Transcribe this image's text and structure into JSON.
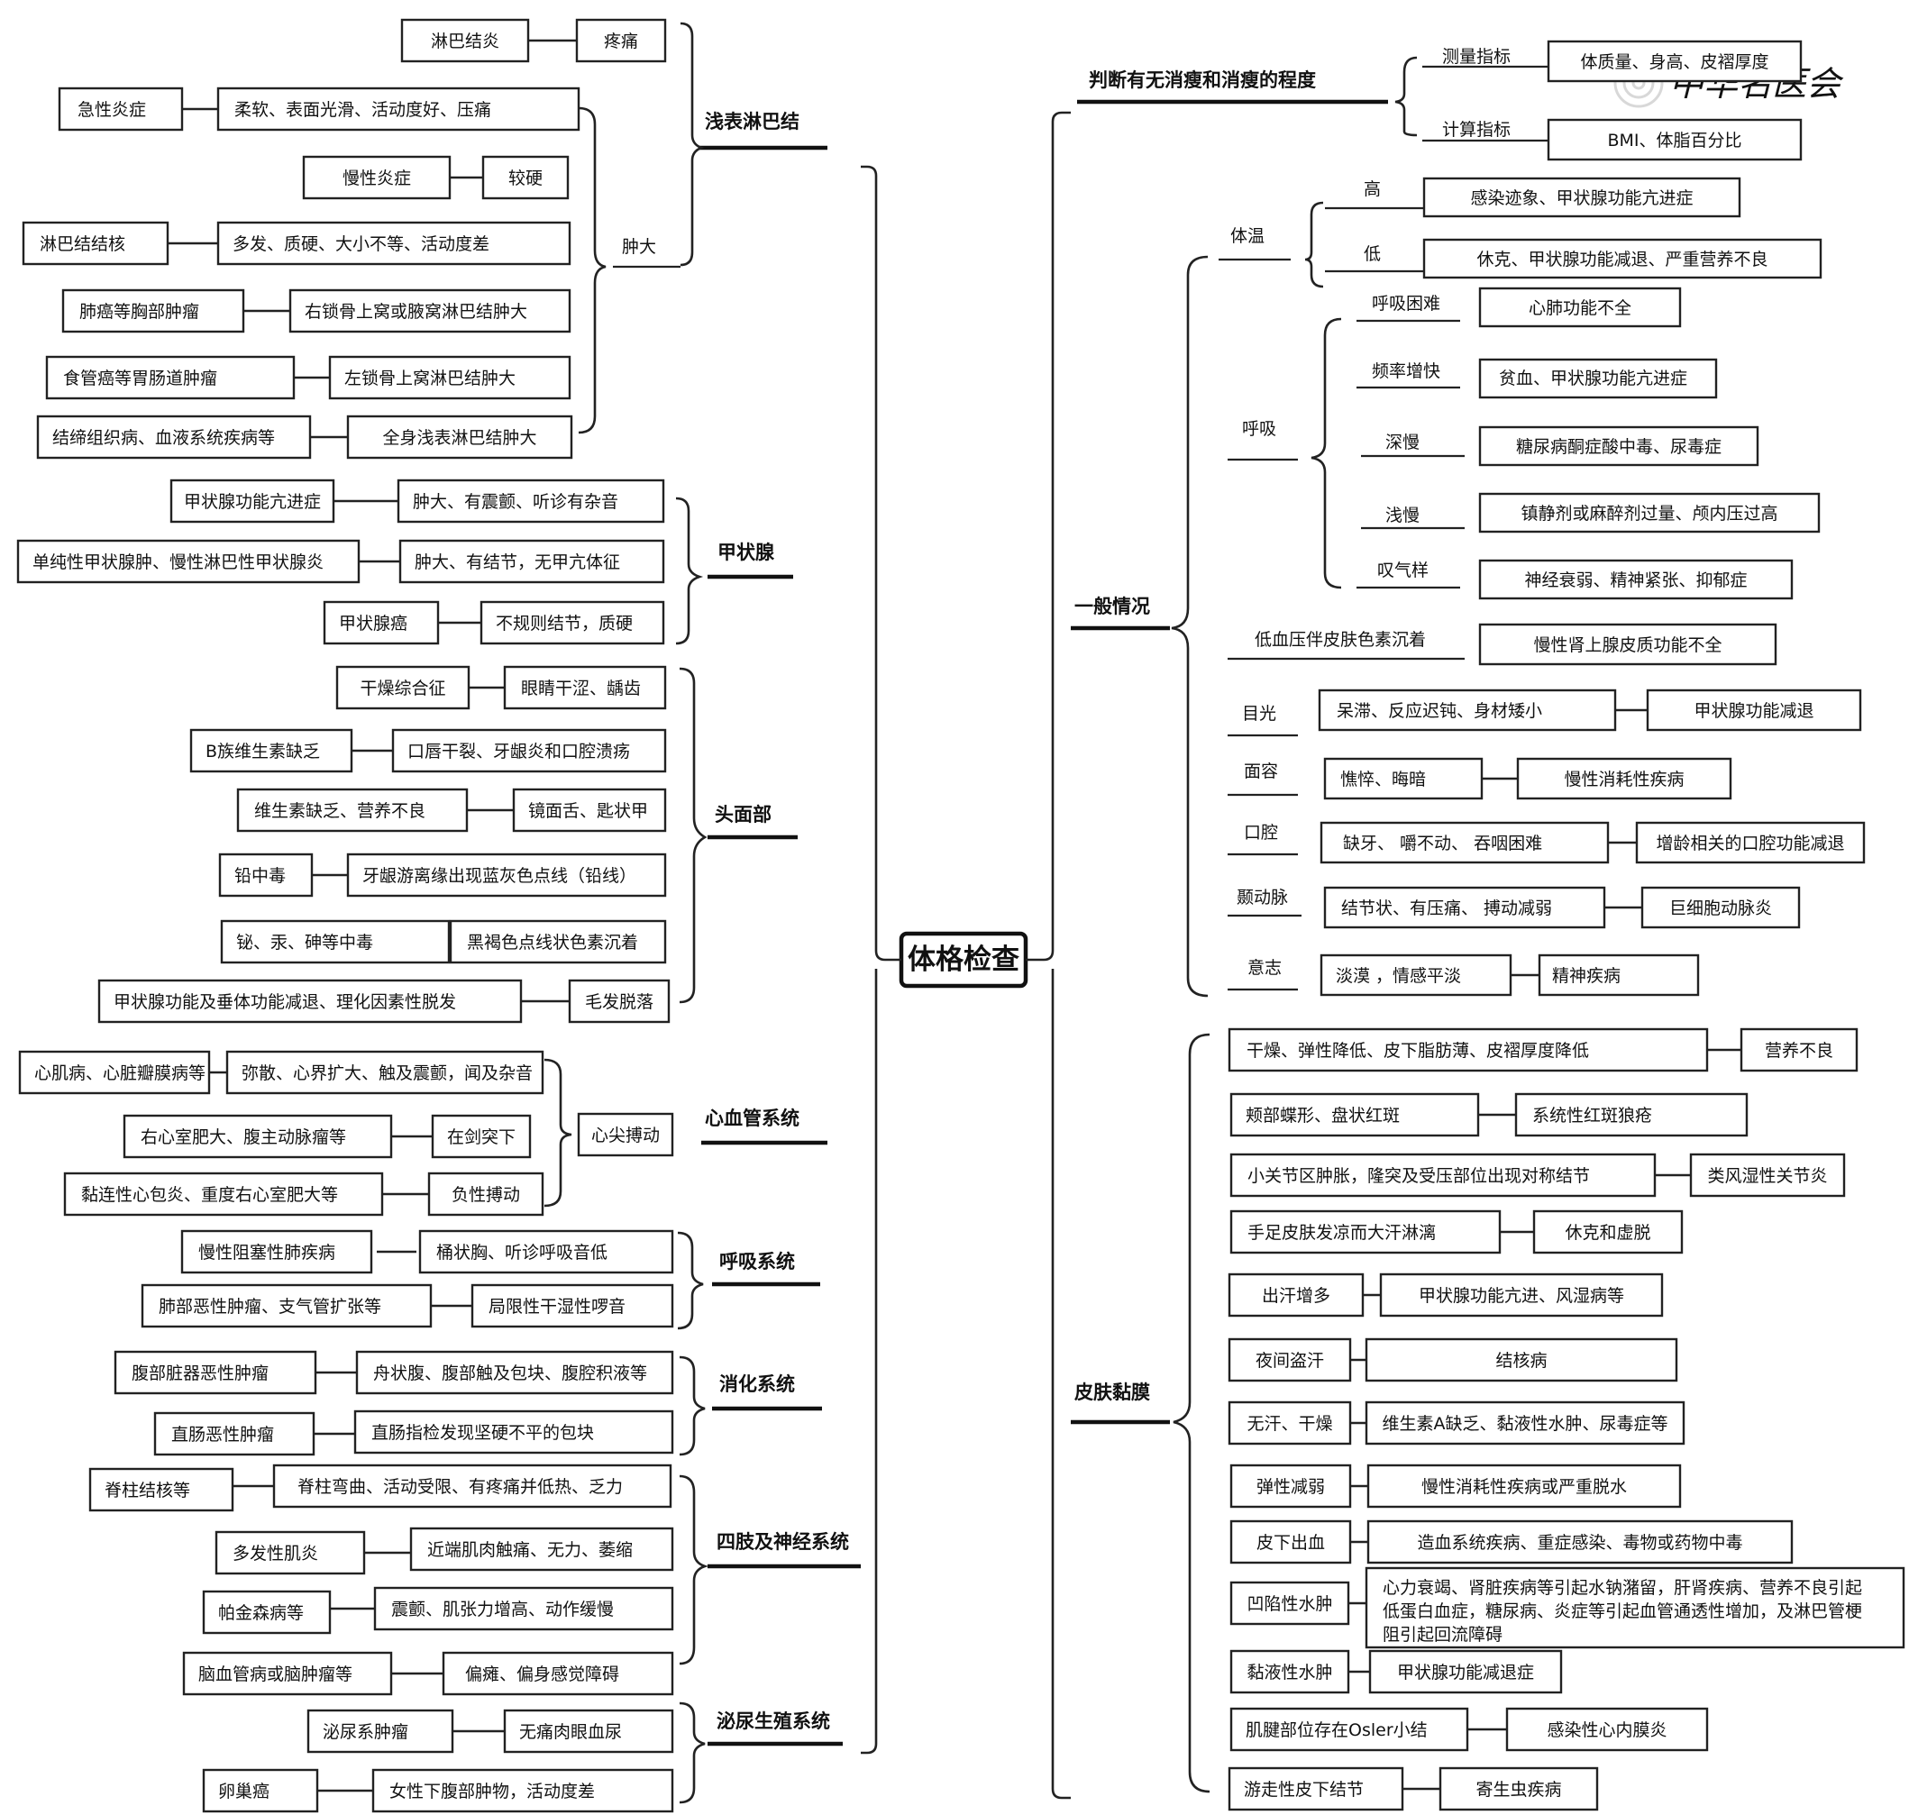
{
  "root": "体格检查",
  "watermark": "中华名医会",
  "right_branches": {
    "xiaoshou": {
      "title": "判断有无消瘦和消瘦的程度",
      "items": [
        {
          "label": "测量指标",
          "value": "体质量、身高、皮褶厚度"
        },
        {
          "label": "计算指标",
          "value": "BMI、体脂百分比"
        }
      ]
    },
    "general": {
      "title": "一般情况",
      "tiwen": {
        "label": "体温",
        "gao": "高",
        "gao_val": "感染迹象、甲状腺功能亢进症",
        "di": "低",
        "di_val": "休克、甲状腺功能减退、严重营养不良"
      },
      "huxi": {
        "label": "呼吸",
        "items": [
          {
            "label": "呼吸困难",
            "value": "心肺功能不全"
          },
          {
            "label": "频率增快",
            "value": "贫血、甲状腺功能亢进症"
          },
          {
            "label": "深慢",
            "value": "糖尿病酮症酸中毒、尿毒症"
          },
          {
            "label": "浅慢",
            "value": "镇静剂或麻醉剂过量、颅内压过高"
          },
          {
            "label": "叹气样",
            "value": "神经衰弱、精神紧张、抑郁症"
          }
        ]
      },
      "dixueya": {
        "label": "低血压伴皮肤色素沉着",
        "value": "慢性肾上腺皮质功能不全"
      },
      "others": [
        {
          "label": "目光",
          "sign": "呆滞、反应迟钝、身材矮小",
          "value": "甲状腺功能减退"
        },
        {
          "label": "面容",
          "sign": "憔悴、晦暗",
          "value": "慢性消耗性疾病"
        },
        {
          "label": "口腔",
          "sign": "缺牙、 嚼不动、 吞咽困难",
          "value": "增龄相关的口腔功能减退"
        },
        {
          "label": "颞动脉",
          "sign": "结节状、有压痛、 搏动减弱",
          "value": "巨细胞动脉炎"
        },
        {
          "label": "意志",
          "sign": "淡漠 ，情感平淡",
          "value": "精神疾病"
        }
      ]
    },
    "skin": {
      "title": "皮肤黏膜",
      "items": [
        {
          "sign": "干燥、弹性降低、皮下脂肪薄、皮褶厚度降低",
          "value": "营养不良"
        },
        {
          "sign": "颊部蝶形、盘状红斑",
          "value": "系统性红斑狼疮"
        },
        {
          "sign": "小关节区肿胀，隆突及受压部位出现对称结节",
          "value": "类风湿性关节炎"
        },
        {
          "sign": "手足皮肤发凉而大汗淋漓",
          "value": "休克和虚脱"
        },
        {
          "sign": "出汗增多",
          "value": "甲状腺功能亢进、风湿病等"
        },
        {
          "sign": "夜间盗汗",
          "value": "结核病"
        },
        {
          "sign": "无汗、干燥",
          "value": "维生素A缺乏、黏液性水肿、尿毒症等"
        },
        {
          "sign": "弹性减弱",
          "value": "慢性消耗性疾病或严重脱水"
        },
        {
          "sign": "皮下出血",
          "value": "造血系统疾病、重症感染、毒物或药物中毒"
        },
        {
          "sign": "凹陷性水肿",
          "value": "心力衰竭、肾脏疾病等引起水钠潴留，肝肾疾病、营养不良引起低蛋白血症，糖尿病、炎症等引起血管通透性增加，及淋巴管梗阻引起回流障碍",
          "value_lines": [
            "心力衰竭、肾脏疾病等引起水钠潴留，肝肾疾病、营养不良引起",
            "低蛋白血症，糖尿病、炎症等引起血管通透性增加，及淋巴管梗",
            "阻引起回流障碍"
          ]
        },
        {
          "sign": "黏液性水肿",
          "value": "甲状腺功能减退症"
        },
        {
          "sign": "肌腱部位存在Osler小结",
          "value": "感染性心内膜炎"
        },
        {
          "sign": "游走性皮下结节",
          "value": "寄生虫疾病"
        }
      ]
    }
  },
  "left_branches": {
    "lymph": {
      "title": "浅表淋巴结",
      "tongtong": {
        "cause": "淋巴结炎",
        "sign": "疼痛"
      },
      "zhongda": "肿大",
      "items": [
        {
          "cause": "急性炎症",
          "sign": "柔软、表面光滑、活动度好、压痛"
        },
        {
          "cause": "慢性炎症",
          "sign": "较硬"
        },
        {
          "cause": "淋巴结结核",
          "sign": "多发、质硬、大小不等、活动度差"
        },
        {
          "cause": "肺癌等胸部肿瘤",
          "sign": "右锁骨上窝或腋窝淋巴结肿大"
        },
        {
          "cause": "食管癌等胃肠道肿瘤",
          "sign": "左锁骨上窝淋巴结肿大"
        },
        {
          "cause": "结缔组织病、血液系统疾病等",
          "sign": "全身浅表淋巴结肿大"
        }
      ]
    },
    "thyroid": {
      "title": "甲状腺",
      "items": [
        {
          "cause": "甲状腺功能亢进症",
          "sign": "肿大、有震颤、听诊有杂音"
        },
        {
          "cause": "单纯性甲状腺肿、慢性淋巴性甲状腺炎",
          "sign": "肿大、有结节，无甲亢体征"
        },
        {
          "cause": "甲状腺癌",
          "sign": "不规则结节，质硬"
        }
      ]
    },
    "head": {
      "title": "头面部",
      "items": [
        {
          "cause": "干燥综合征",
          "sign": "眼睛干涩、龋齿"
        },
        {
          "cause": "B族维生素缺乏",
          "sign": "口唇干裂、牙龈炎和口腔溃疡"
        },
        {
          "cause": "维生素缺乏、营养不良",
          "sign": "镜面舌、匙状甲"
        },
        {
          "cause": "铅中毒",
          "sign": "牙龈游离缘出现蓝灰色点线（铅线）"
        },
        {
          "cause": "铋、汞、砷等中毒",
          "sign": "黑褐色点线状色素沉着"
        },
        {
          "cause": "甲状腺功能及垂体功能减退、理化因素性脱发",
          "sign": "毛发脱落"
        }
      ]
    },
    "cardio": {
      "title": "心血管系统",
      "center": "心尖搏动",
      "items": [
        {
          "cause": "心肌病、心脏瓣膜病等",
          "sign": "弥散、心界扩大、触及震颤，闻及杂音"
        },
        {
          "cause": "右心室肥大、腹主动脉瘤等",
          "sign": "在剑突下"
        },
        {
          "cause": "黏连性心包炎、重度右心室肥大等",
          "sign": "负性搏动"
        }
      ]
    },
    "resp": {
      "title": "呼吸系统",
      "items": [
        {
          "cause": "慢性阻塞性肺疾病",
          "sign": "桶状胸、听诊呼吸音低"
        },
        {
          "cause": "肺部恶性肿瘤、支气管扩张等",
          "sign": "局限性干湿性啰音"
        }
      ]
    },
    "digest": {
      "title": "消化系统",
      "items": [
        {
          "cause": "腹部脏器恶性肿瘤",
          "sign": "舟状腹、腹部触及包块、腹腔积液等"
        },
        {
          "cause": "直肠恶性肿瘤",
          "sign": "直肠指检发现坚硬不平的包块"
        }
      ]
    },
    "limbs": {
      "title": "四肢及神经系统",
      "items": [
        {
          "cause": "脊柱结核等",
          "sign": "脊柱弯曲、活动受限、有疼痛并低热、乏力"
        },
        {
          "cause": "多发性肌炎",
          "sign": "近端肌肉触痛、无力、萎缩"
        },
        {
          "cause": "帕金森病等",
          "sign": "震颤、肌张力增高、动作缓慢"
        },
        {
          "cause": "脑血管病或脑肿瘤等",
          "sign": "偏瘫、偏身感觉障碍"
        }
      ]
    },
    "uro": {
      "title": "泌尿生殖系统",
      "items": [
        {
          "cause": "泌尿系肿瘤",
          "sign": "无痛肉眼血尿"
        },
        {
          "cause": "卵巢癌",
          "sign": "女性下腹部肿物，活动度差"
        }
      ]
    }
  }
}
